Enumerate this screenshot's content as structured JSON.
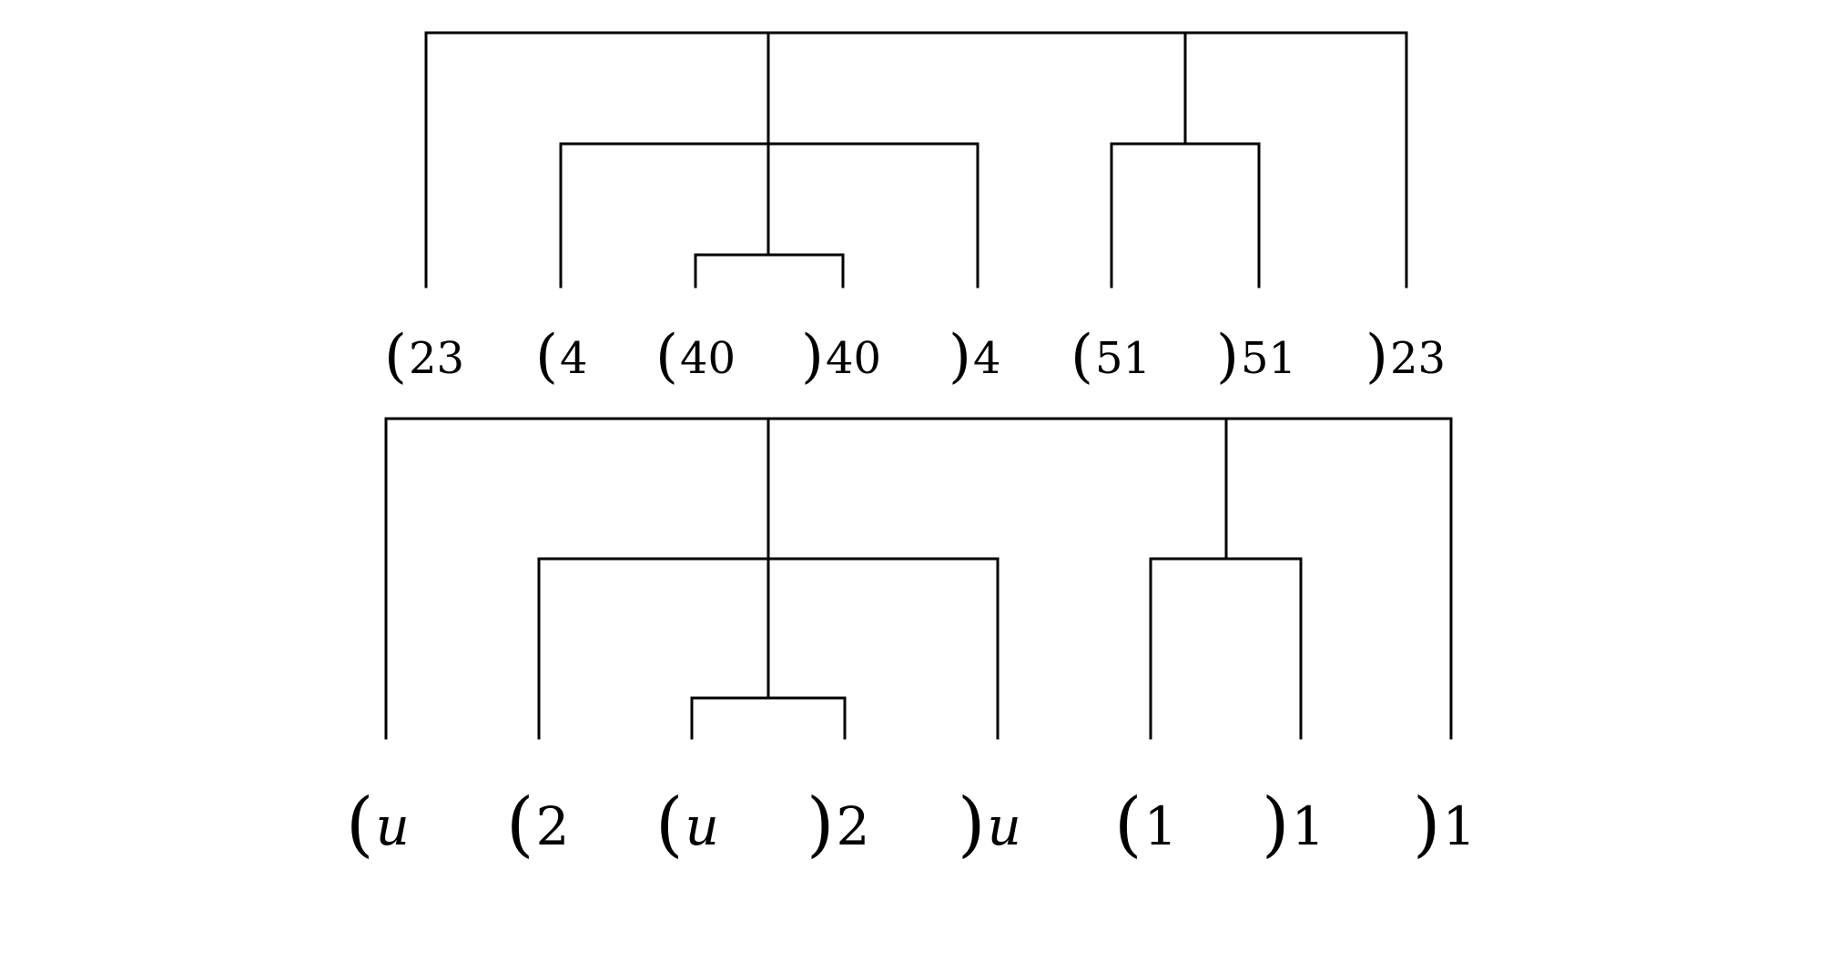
{
  "colors": {
    "line": "#000000",
    "background": "#ffffff"
  },
  "rows": [
    {
      "id": "top",
      "tokens": [
        {
          "bracket": "(",
          "subscript": "23"
        },
        {
          "bracket": "(",
          "subscript": "4"
        },
        {
          "bracket": "(",
          "subscript": "40"
        },
        {
          "bracket": ")",
          "subscript": "40"
        },
        {
          "bracket": ")",
          "subscript": "4"
        },
        {
          "bracket": "(",
          "subscript": "51"
        },
        {
          "bracket": ")",
          "subscript": "51"
        },
        {
          "bracket": ")",
          "subscript": "23"
        }
      ]
    },
    {
      "id": "bottom",
      "tokens": [
        {
          "bracket": "(",
          "subscript": "u",
          "italic": true
        },
        {
          "bracket": "(",
          "subscript": "2"
        },
        {
          "bracket": "(",
          "subscript": "u",
          "italic": true
        },
        {
          "bracket": ")",
          "subscript": "2"
        },
        {
          "bracket": ")",
          "subscript": "u",
          "italic": true
        },
        {
          "bracket": "(",
          "subscript": "1"
        },
        {
          "bracket": ")",
          "subscript": "1"
        },
        {
          "bracket": ")",
          "subscript": "1"
        }
      ]
    }
  ]
}
